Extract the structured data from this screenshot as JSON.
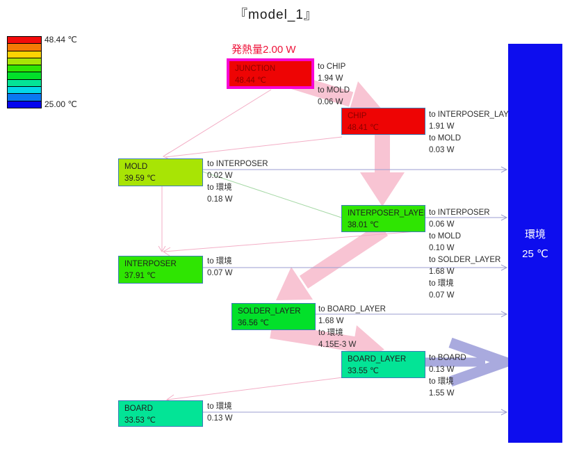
{
  "title": "『model_1』",
  "heat_source_label": "発熱量2.00 W",
  "legend": {
    "max_label": "48.44 ℃",
    "min_label": "25.00 ℃",
    "colors": [
      "#f30b0b",
      "#f57905",
      "#fcd303",
      "#a8e405",
      "#2fe502",
      "#02e02a",
      "#03e496",
      "#04d8e8",
      "#0a78f0",
      "#0505ee"
    ]
  },
  "environment": {
    "name": "環境",
    "temp": "25 ℃",
    "color": "#0d0dee"
  },
  "nodes": [
    {
      "name": "JUNCTION",
      "temp": "48.44 ℃",
      "color": "#ee0404",
      "text_color": "#8b0000",
      "flow_labels": [
        "to CHIP",
        "1.94 W",
        "to MOLD",
        "0.06 W"
      ]
    },
    {
      "name": "CHIP",
      "temp": "48.41 ℃",
      "color": "#ee0404",
      "text_color": "#8b0000",
      "flow_labels": [
        "to INTERPOSER_LAYER",
        "1.91 W",
        "to MOLD",
        "0.03 W"
      ]
    },
    {
      "name": "MOLD",
      "temp": "39.59 ℃",
      "color": "#a8e405",
      "text_color": "#1d1d1d",
      "flow_labels": [
        "to INTERPOSER",
        "0.02 W",
        "to 環境",
        "0.18 W"
      ]
    },
    {
      "name": "INTERPOSER_LAYER",
      "temp": "38.01 ℃",
      "color": "#2fe502",
      "text_color": "#1d1d1d",
      "flow_labels": [
        "to INTERPOSER",
        "0.06 W",
        "to MOLD",
        "0.10 W",
        "to SOLDER_LAYER",
        "1.68 W",
        "to 環境",
        "0.07 W"
      ]
    },
    {
      "name": "INTERPOSER",
      "temp": "37.91 ℃",
      "color": "#2fe502",
      "text_color": "#1d1d1d",
      "flow_labels": [
        "to 環境",
        "0.07 W"
      ]
    },
    {
      "name": "SOLDER_LAYER",
      "temp": "36.56 ℃",
      "color": "#02e02a",
      "text_color": "#1d1d1d",
      "flow_labels": [
        "to BOARD_LAYER",
        "1.68 W",
        "to 環境",
        "4.15E-3 W"
      ]
    },
    {
      "name": "BOARD_LAYER",
      "temp": "33.55 ℃",
      "color": "#03e496",
      "text_color": "#1d1d1d",
      "flow_labels": [
        "to BOARD",
        "0.13 W",
        "to 環境",
        "1.55 W"
      ]
    },
    {
      "name": "BOARD",
      "temp": "33.53 ℃",
      "color": "#03e496",
      "text_color": "#1d1d1d",
      "flow_labels": [
        "to 環境",
        "0.13 W"
      ]
    }
  ],
  "colors": {
    "heat_label": "#ee1239",
    "highlight_border": "#f704d4",
    "flow_arrow_pink": "#f8c4d3",
    "env_arrow_lavender": "#a9aade",
    "thin_flow_line": "#f3aec6",
    "env_line": "#9b9ed0",
    "mold_link_line": "#a5d8a5"
  }
}
